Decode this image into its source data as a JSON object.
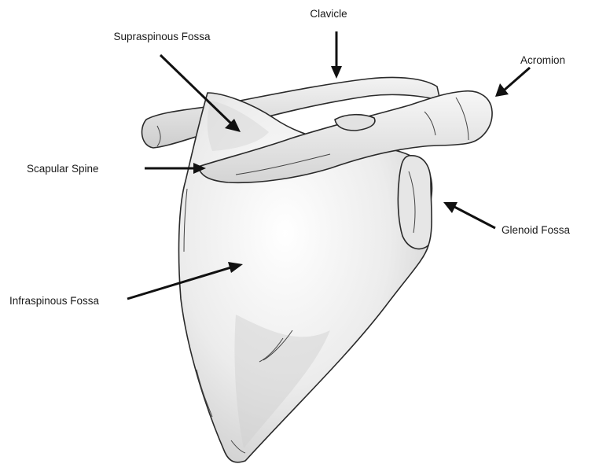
{
  "diagram": {
    "labels": {
      "clavicle": "Clavicle",
      "supraspinous_fossa": "Supraspinous Fossa",
      "acromion": "Acromion",
      "scapular_spine": "Scapular Spine",
      "glenoid_fossa": "Glenoid Fossa",
      "infraspinous_fossa": "Infraspinous Fossa"
    },
    "colors": {
      "bone_fill": "#ebebeb",
      "bone_shadow": "#cfcfcf",
      "outline": "#2a2a2a",
      "arrow": "#111111",
      "text": "#1a1a1a"
    }
  }
}
